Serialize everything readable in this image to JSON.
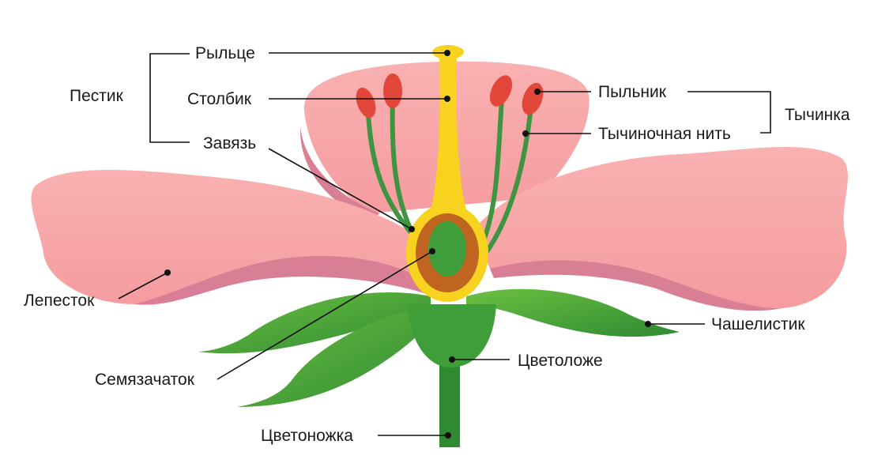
{
  "labels": {
    "stigma": "Рыльце",
    "pistil": "Пестик",
    "style": "Столбик",
    "ovary": "Завязь",
    "anther": "Пыльник",
    "stamen": "Тычинка",
    "filament": "Тычиночная нить",
    "petal": "Лепесток",
    "sepal": "Чашелистик",
    "receptacle": "Цветоложе",
    "ovule": "Семязачаток",
    "pedicel": "Цветоножка"
  },
  "colors": {
    "petal": "#f8a3a5",
    "petal_shadow": "#d97f95",
    "leaf": "#4fae3a",
    "leaf_dark": "#2f8a32",
    "pistil": "#f7d21e",
    "ovary_wall": "#c0651f",
    "anther": "#e2473a"
  }
}
